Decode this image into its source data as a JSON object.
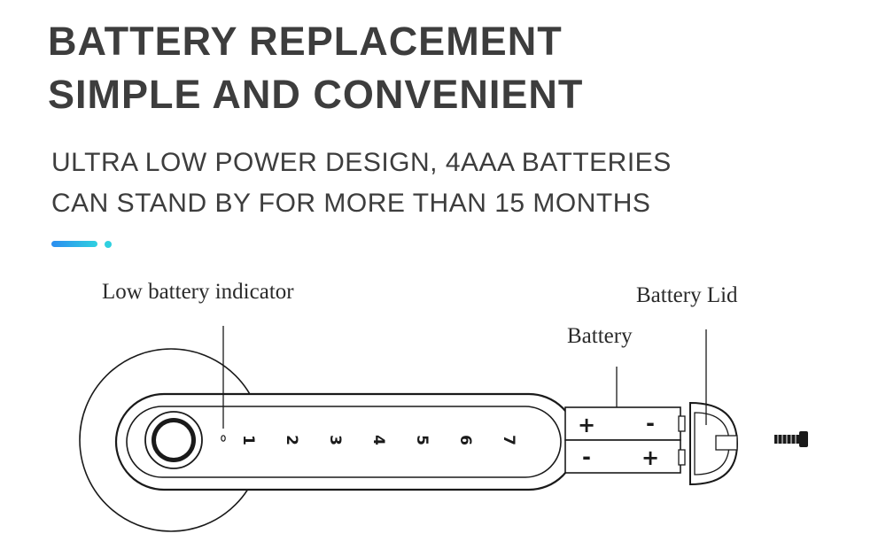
{
  "headline": {
    "line1": "BATTERY REPLACEMENT",
    "line2": "SIMPLE AND CONVENIENT"
  },
  "subheadline": {
    "line1": "ULTRA LOW POWER DESIGN, 4AAA BATTERIES",
    "line2": "CAN STAND BY FOR MORE THAN 15 MONTHS"
  },
  "accent": {
    "gradient_start": "#2b8df0",
    "gradient_end": "#2fd0e0"
  },
  "callouts": {
    "low_battery": "Low battery indicator",
    "battery": "Battery",
    "battery_lid": "Battery Lid"
  },
  "keypad": {
    "keys": [
      "1",
      "2",
      "3",
      "4",
      "5",
      "6",
      "7"
    ]
  },
  "battery_terminals": {
    "top_left": "+",
    "top_right": "-",
    "bottom_left": "-",
    "bottom_right": "+"
  },
  "icons": [
    "fingerprint-sensor-icon",
    "screw-icon"
  ]
}
